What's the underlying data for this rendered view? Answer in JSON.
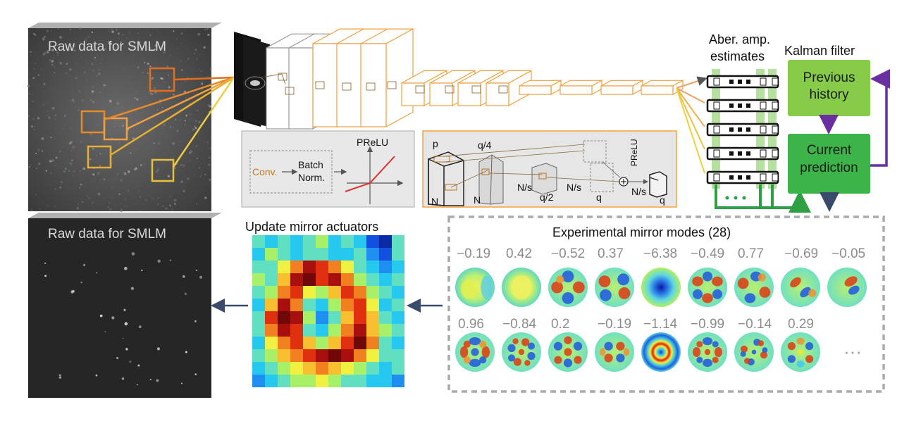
{
  "raw_top": {
    "title": "Raw data for SMLM"
  },
  "raw_bottom": {
    "title": "Raw data for SMLM"
  },
  "prelu_panel": {
    "conv": "Conv.",
    "batch_norm_line1": "Batch",
    "batch_norm_line2": "Norm.",
    "prelu": "PReLU"
  },
  "resblock_panel": {
    "p": "p",
    "q4": "q/4",
    "n_left": "N",
    "n_mid": "N",
    "ns1": "N/s",
    "q2": "q/2",
    "ns2": "N/s",
    "q": "q",
    "prelu": "PReLU",
    "ns3": "N/s",
    "q_right": "q"
  },
  "estimates": {
    "title_line1": "Aber. amp.",
    "title_line2": "estimates",
    "dots": "···",
    "vdots": "■ ■ ■",
    "hdots": "· · ·"
  },
  "kalman": {
    "title": "Kalman filter",
    "previous_line1": "Previous",
    "previous_line2": "history",
    "current_line1": "Current",
    "current_line2": "prediction"
  },
  "mirror": {
    "title": "Update mirror actuators"
  },
  "modes": {
    "title": "Experimental mirror modes (28)",
    "row1": [
      "−0.19",
      "0.42",
      "−0.52",
      "0.37",
      "−6.38",
      "−0.49",
      "0.77",
      "−0.69",
      "−0.05"
    ],
    "row2": [
      "0.96",
      "−0.84",
      "0.2",
      "−0.19",
      "−1.14",
      "−0.99",
      "−0.14",
      "0.29"
    ],
    "ellipsis": "···"
  },
  "colors": {
    "orange": "#f0a040",
    "green_light": "#8fd14f",
    "green_dark": "#3cb44a",
    "purple": "#6a2fa0",
    "navy": "#3a4a6a",
    "gray_panel": "#e8e8e8"
  }
}
